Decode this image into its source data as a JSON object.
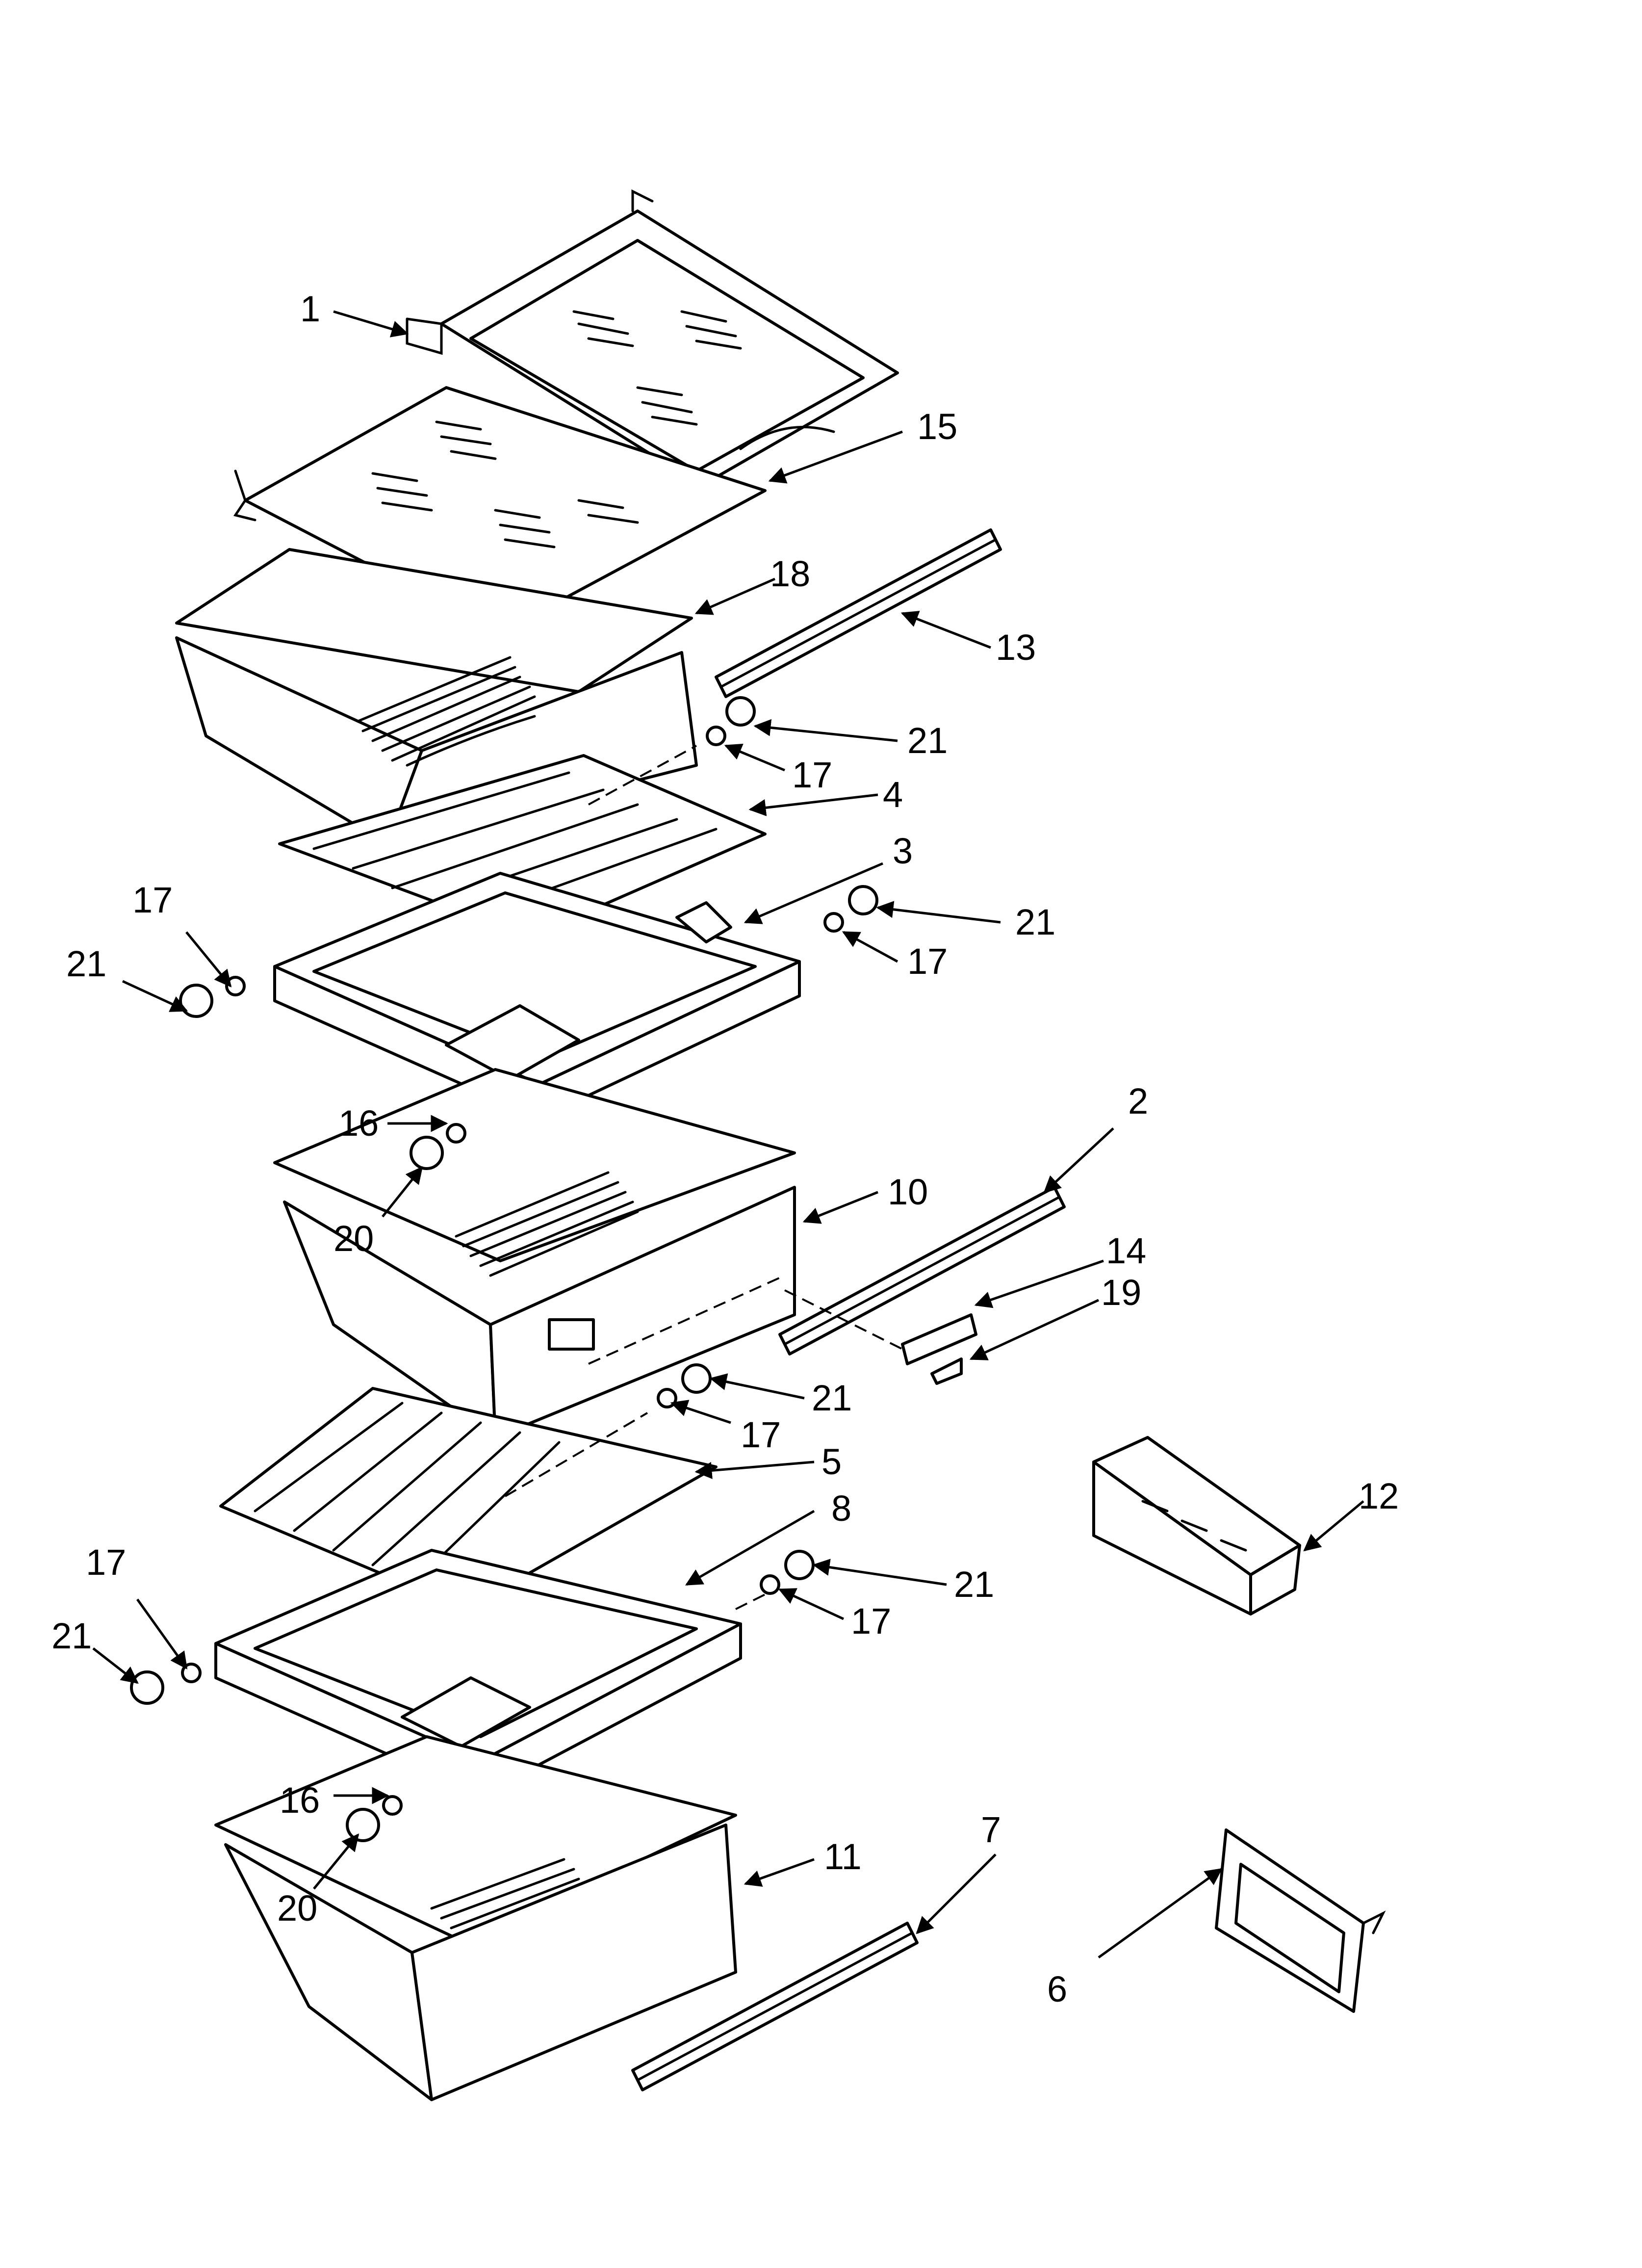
{
  "diagram": {
    "callouts": [
      {
        "id": "c1",
        "label": "1"
      },
      {
        "id": "c15",
        "label": "15"
      },
      {
        "id": "c18",
        "label": "18"
      },
      {
        "id": "c13",
        "label": "13"
      },
      {
        "id": "c21a",
        "label": "21"
      },
      {
        "id": "c17a",
        "label": "17"
      },
      {
        "id": "c4",
        "label": "4"
      },
      {
        "id": "c3",
        "label": "3"
      },
      {
        "id": "c21b",
        "label": "21"
      },
      {
        "id": "c17b",
        "label": "17"
      },
      {
        "id": "c17c",
        "label": "17"
      },
      {
        "id": "c21c",
        "label": "21"
      },
      {
        "id": "c16a",
        "label": "16"
      },
      {
        "id": "c20a",
        "label": "20"
      },
      {
        "id": "c2",
        "label": "2"
      },
      {
        "id": "c10",
        "label": "10"
      },
      {
        "id": "c14",
        "label": "14"
      },
      {
        "id": "c19",
        "label": "19"
      },
      {
        "id": "c21d",
        "label": "21"
      },
      {
        "id": "c17d",
        "label": "17"
      },
      {
        "id": "c5",
        "label": "5"
      },
      {
        "id": "c8",
        "label": "8"
      },
      {
        "id": "c12",
        "label": "12"
      },
      {
        "id": "c21e",
        "label": "21"
      },
      {
        "id": "c17e",
        "label": "17"
      },
      {
        "id": "c17f",
        "label": "17"
      },
      {
        "id": "c21f",
        "label": "21"
      },
      {
        "id": "c16b",
        "label": "16"
      },
      {
        "id": "c20b",
        "label": "20"
      },
      {
        "id": "c11",
        "label": "11"
      },
      {
        "id": "c7",
        "label": "7"
      },
      {
        "id": "c6",
        "label": "6"
      }
    ]
  }
}
